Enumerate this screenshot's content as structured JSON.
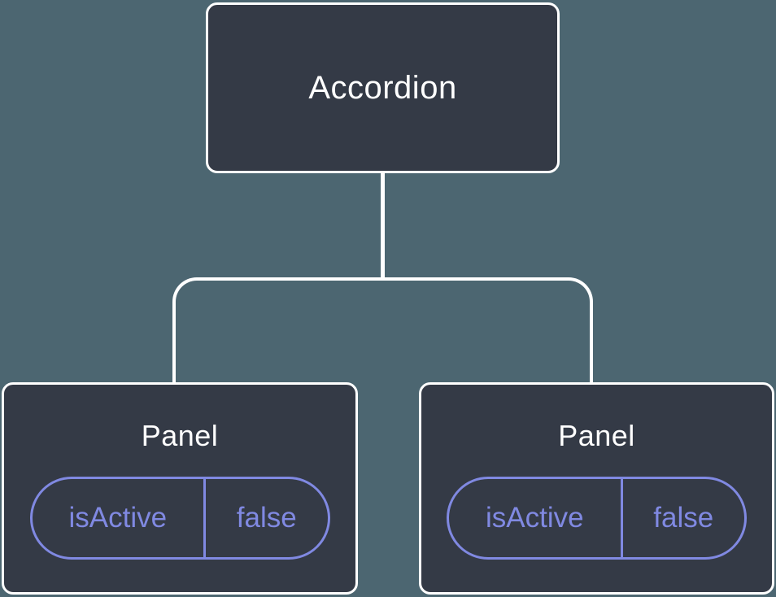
{
  "diagram": {
    "root": {
      "label": "Accordion"
    },
    "children": [
      {
        "label": "Panel",
        "state": {
          "name": "isActive",
          "value": "false"
        }
      },
      {
        "label": "Panel",
        "state": {
          "name": "isActive",
          "value": "false"
        }
      }
    ]
  },
  "colors": {
    "background": "#4C6671",
    "node_fill": "#343A46",
    "node_border": "#FFFFFF",
    "node_text": "#FFFFFF",
    "accent": "#8089E2",
    "connector": "#FFFFFF"
  }
}
